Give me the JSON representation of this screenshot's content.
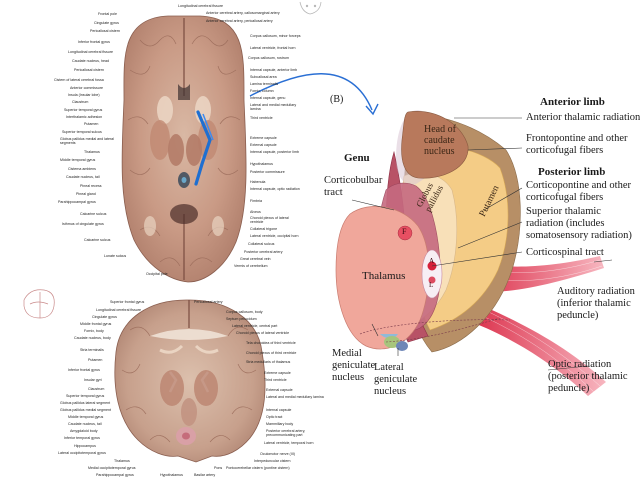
{
  "diagram": {
    "panel_letter": "(B)",
    "region_labels": {
      "genu": "Genu",
      "anterior_limb": "Anterior limb",
      "posterior_limb": "Posterior limb"
    },
    "structures": {
      "head_caudate": "Head of caudate nucleus",
      "putamen": "Putamen",
      "globus_pallidus": "Globus pallidus",
      "thalamus": "Thalamus",
      "corticobulbar": "Corticobulbar tract",
      "medial_geniculate": "Medial geniculate nucleus",
      "lateral_geniculate": "Lateral geniculate nucleus",
      "f_marker": "F",
      "a_marker": "A",
      "l_marker": "L"
    },
    "right_labels": {
      "anterior_thalamic": "Anterior thalamic radiation",
      "frontopontine": "Frontopontine and other corticofugal fibers",
      "corticopontine": "Corticopontine and other corticofugal fibers",
      "superior_thalamic": "Superior thalamic radiation (includes somatosensory radiation)",
      "corticospinal": "Corticospinal tract",
      "auditory": "Auditory radiation (inferior thalamic peduncle)",
      "optic": "Optic radiation (posterior thalamic peduncle)"
    }
  },
  "top_section": {
    "left_labels": [
      "Frontal pole",
      "Cingulate gyrus",
      "Pericallosal cistern",
      "Inferior frontal gyrus",
      "Longitudinal cerebral fissure",
      "Caudate nucleus, head",
      "Pericallosal cistern",
      "Cistern of lateral cerebral fossa",
      "Anterior commissure",
      "Insula (Insular lobe)",
      "Claustrum",
      "Superior temporal gyrus",
      "Interthalamic adhesion",
      "Putamen",
      "Superior temporal sulcus",
      "Globus pallidus medial and lateral segments",
      "Thalamus",
      "Middle temporal gyrus",
      "Cisterna ambiens",
      "Caudate nucleus, tail",
      "Pineal recess",
      "Pineal gland",
      "Parahippocampal gyrus",
      "Calcarine sulcus",
      "Isthmus of cingulate gyrus",
      "Calcarine sulcus",
      "Lunate sulcus",
      "Occipital pole"
    ],
    "top_labels": [
      "Longitudinal cerebral fissure",
      "Anterior cerebral artery, callosomarginal artery",
      "Anterior cerebral artery, pericallosal artery"
    ],
    "right_labels": [
      "Corpus callosum, minor forceps",
      "Lateral ventricle, frontal horn",
      "Corpus callosum, rostrum",
      "Internal capsule, anterior limb",
      "Subcallosal area",
      "Lamina terminalis",
      "Fornix, column",
      "Internal capsule, genu",
      "Lateral and medial medullary lamina",
      "Third ventricle",
      "Extreme capsule",
      "External capsule",
      "Internal capsule, posterior limb",
      "Hypothalamus",
      "Posterior commissure",
      "Habenula",
      "Internal capsule, optic radiation",
      "Fimbria",
      "Alveus",
      "Choroid plexus of lateral ventricle",
      "Collateral trigone",
      "Lateral ventricle, occipital horn",
      "Collateral sulcus",
      "Posterior cerebral artery",
      "Great cerebral vein",
      "Vermis of cerebellum"
    ]
  },
  "bottom_section": {
    "left_labels": [
      "Superior frontal gyrus",
      "Longitudinal cerebral fissure",
      "Cingulate gyrus",
      "Middle frontal gyrus",
      "Fornix, body",
      "Caudate nucleus, body",
      "Stria terminalis",
      "Putamen",
      "Inferior frontal gyrus",
      "Insular gyri",
      "Claustrum",
      "Superior temporal gyrus",
      "Globus pallidus lateral segment",
      "Globus pallidus medial segment",
      "Middle temporal gyrus",
      "Caudate nucleus, tail",
      "Amygdaloid body",
      "Inferior temporal gyrus",
      "Hippocampus",
      "Lateral occipitotemporal gyrus",
      "Thalamus",
      "Medial occipitotemporal gyrus",
      "Parahippocampal gyrus",
      "Hypothalamus"
    ],
    "right_labels": [
      "Pericallosal artery",
      "Corpus callosum, body",
      "Septum pellucidum",
      "Lateral ventricle, central part",
      "Choroid plexus of lateral ventricle",
      "Tela choroidea of third ventricle",
      "Choroid plexus of third ventricle",
      "Stria medullaris of thalamus",
      "Extreme capsule",
      "Third ventricle",
      "External capsule",
      "Lateral and medial medullary lamina",
      "Internal capsule",
      "Optic tract",
      "Mammillary body",
      "Posterior cerebral artery, precommunicating part",
      "Lateral ventricle, temporal horn",
      "Oculomotor nerve (III)",
      "Interpeduncular cistern",
      "Pons",
      "Pontocerebellar cistern (pontine cistern)",
      "Basilar artery"
    ]
  }
}
